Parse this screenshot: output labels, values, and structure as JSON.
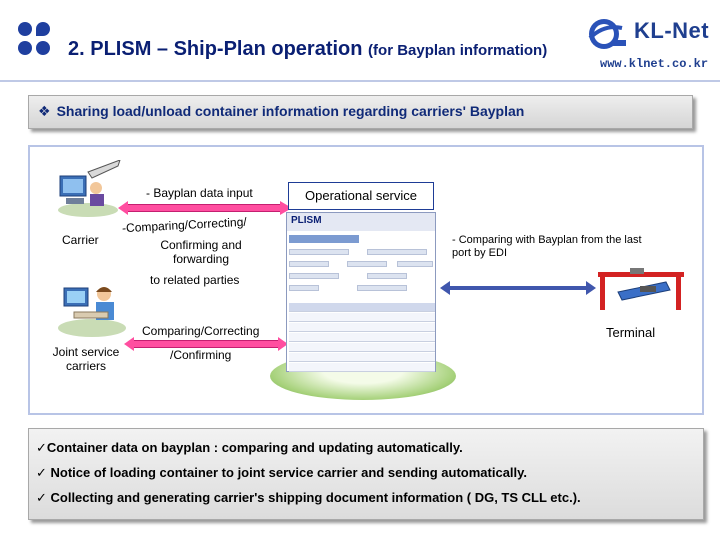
{
  "header": {
    "title": "2. PLISM – Ship-Plan operation",
    "subtitle": "(for Bayplan information)",
    "brand_name": "KL-Net",
    "brand_url": "www.klnet.co.kr",
    "colors": {
      "title": "#0a1f73",
      "brand": "#1f3f8f",
      "accent_pink": "#ff4ea0"
    }
  },
  "banner": {
    "bullet": "❖",
    "text": "Sharing load/unload container information regarding carriers' Bayplan"
  },
  "diagram": {
    "carrier_label": "Carrier",
    "joint_label_line1": "Joint service",
    "joint_label_line2": "carriers",
    "terminal_label": "Terminal",
    "operational_service": "Operational service",
    "bayplan_input": "- Bayplan data input",
    "comparing_correcting_top": "-Comparing/Correcting/",
    "confirming_line1": "Confirming and",
    "confirming_line2": "forwarding",
    "to_related": "to related parties",
    "comparing_correcting_bottom": "Comparing/Correcting",
    "confirming_bottom": "/Confirming",
    "edi_line1": "- Comparing with Bayplan  from the last",
    "edi_line2": "port  by EDI",
    "form_logo": "PLISM",
    "icons": [
      "carrier-computer-icon",
      "joint-carrier-person-icon",
      "terminal-crane-icon",
      "plism-form-screenshot"
    ]
  },
  "bullets": [
    "✓Container data on bayplan : comparing and updating automatically.",
    "✓ Notice of loading container to joint service carrier and sending automatically.",
    "✓ Collecting and generating carrier's shipping document information ( DG, TS CLL etc.)."
  ]
}
